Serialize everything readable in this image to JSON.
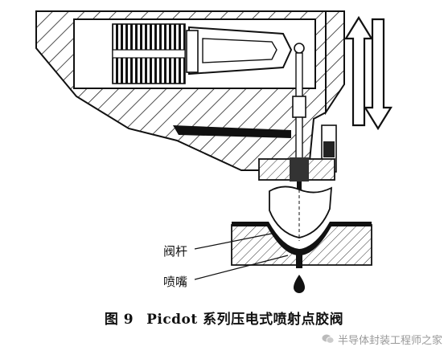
{
  "labels": {
    "valve_rod": "阀杆",
    "nozzle": "喷嘴"
  },
  "caption": {
    "number": "图 9",
    "title": "Picdot 系列压电式喷射点胶阀"
  },
  "watermark": {
    "text": "半导体封装工程师之家"
  }
}
